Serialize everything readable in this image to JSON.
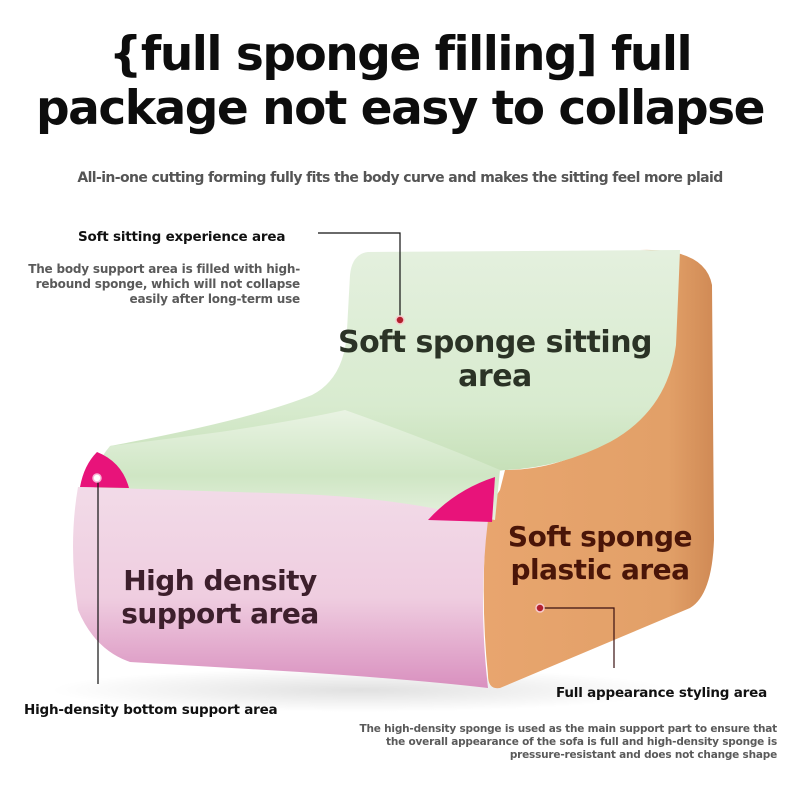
{
  "header": {
    "title_line1": "{full sponge filling] full",
    "title_line2": "package not easy to collapse",
    "subtitle": "All-in-one cutting forming fully fits the body curve and makes the sitting feel more plaid"
  },
  "callouts": {
    "soft_sitting": {
      "heading": "Soft sitting experience area",
      "description": "The body support area is filled with high-rebound sponge, which will not collapse easily after long-term use"
    },
    "bottom_support": {
      "heading": "High-density bottom support area"
    },
    "appearance": {
      "heading": "Full appearance styling area",
      "description": "The high-density sponge is used as the main support part to ensure that the overall appearance of the sofa is full and high-density sponge is pressure-resistant and does not change shape"
    }
  },
  "zones": {
    "sitting": "Soft sponge sitting area",
    "density": "High density support area",
    "plastic": "Soft sponge plastic area"
  },
  "colors": {
    "sitting_zone": "#dfeed8",
    "density_zone": "#efc9e0",
    "plastic_zone": "#e4a46d",
    "accent_wedge": "#e8137a",
    "marker_dot": "#b3202e"
  }
}
